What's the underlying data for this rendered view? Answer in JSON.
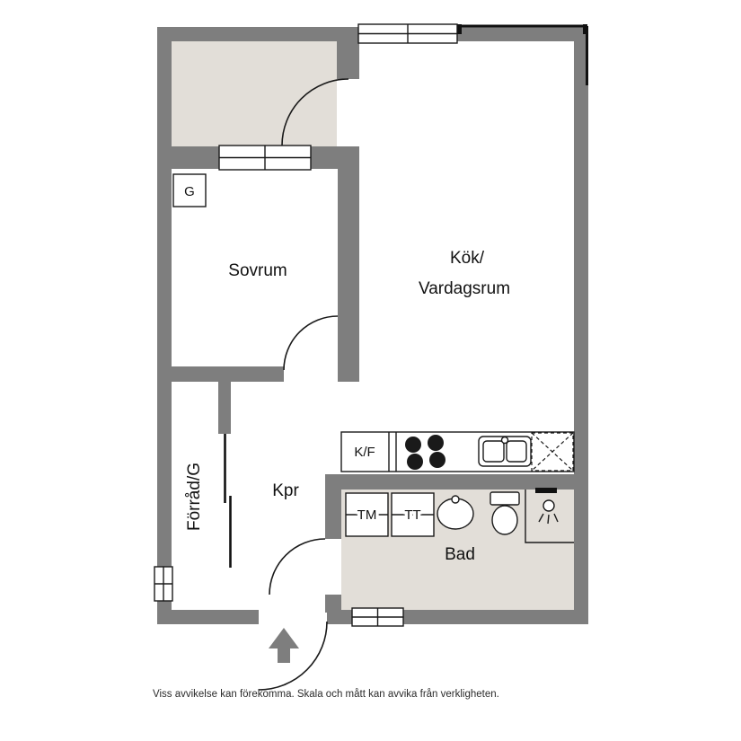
{
  "floorplan": {
    "rooms": {
      "bedroom": "Sovrum",
      "kitchen_living_line1": "Kök/",
      "kitchen_living_line2": "Vardagsrum",
      "storage": "Förråd/G",
      "corridor": "Kpr",
      "bathroom": "Bad"
    },
    "fixtures": {
      "wardrobe": "G",
      "fridge_freezer": "K/F",
      "washing_machine": "TM",
      "dryer": "TT"
    },
    "colors": {
      "wall": "#7e7e7e",
      "floor_accent": "#e2ded8",
      "line": "#1a1a1a"
    }
  },
  "footer": {
    "disclaimer": "Viss avvikelse kan förekomma. Skala och mått kan avvika från verkligheten."
  }
}
